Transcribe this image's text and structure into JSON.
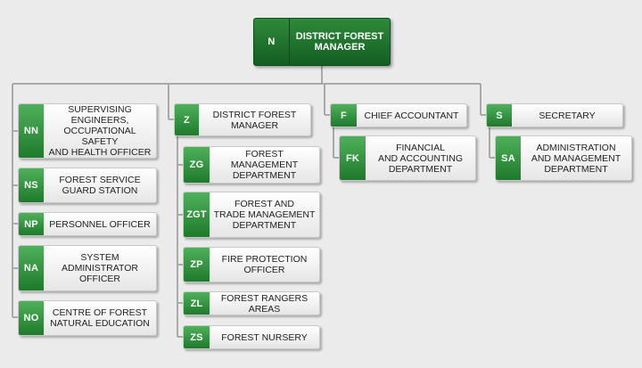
{
  "root": {
    "code": "N",
    "label": "DISTRICT FOREST\nMANAGER"
  },
  "units": [
    {
      "code": "NN",
      "label": "SUPERVISING\nENGINEERS,\nOCCUPATIONAL SAFETY\nAND HEALTH OFFICER"
    },
    {
      "code": "NS",
      "label": "FOREST SERVICE\nGUARD STATION"
    },
    {
      "code": "NP",
      "label": "PERSONNEL OFFICER"
    },
    {
      "code": "NA",
      "label": "SYSTEM\nADMINISTRATOR\nOFFICER"
    },
    {
      "code": "NO",
      "label": "CENTRE OF FOREST\nNATURAL EDUCATION"
    },
    {
      "code": "Z",
      "label": "DISTRICT FOREST\nMANAGER"
    },
    {
      "code": "ZG",
      "label": "FOREST MANAGEMENT\nDEPARTMENT"
    },
    {
      "code": "ZGT",
      "label": "FOREST AND\nTRADE MANAGEMENT\nDEPARTMENT"
    },
    {
      "code": "ZP",
      "label": "FIRE PROTECTION\nOFFICER"
    },
    {
      "code": "ZL",
      "label": "FOREST RANGERS AREAS"
    },
    {
      "code": "ZS",
      "label": "FOREST NURSERY"
    },
    {
      "code": "F",
      "label": "CHIEF ACCOUNTANT"
    },
    {
      "code": "FK",
      "label": "FINANCIAL\nAND ACCOUNTING\nDEPARTMENT"
    },
    {
      "code": "S",
      "label": "SECRETARY"
    },
    {
      "code": "SA",
      "label": "ADMINISTRATION\nAND MANAGEMENT\nDEPARTMENT"
    }
  ],
  "colors": {
    "accent": "#1e7a2c",
    "root": "#145e22",
    "connector": "#a9a9a9",
    "background": "#ebebeb"
  }
}
